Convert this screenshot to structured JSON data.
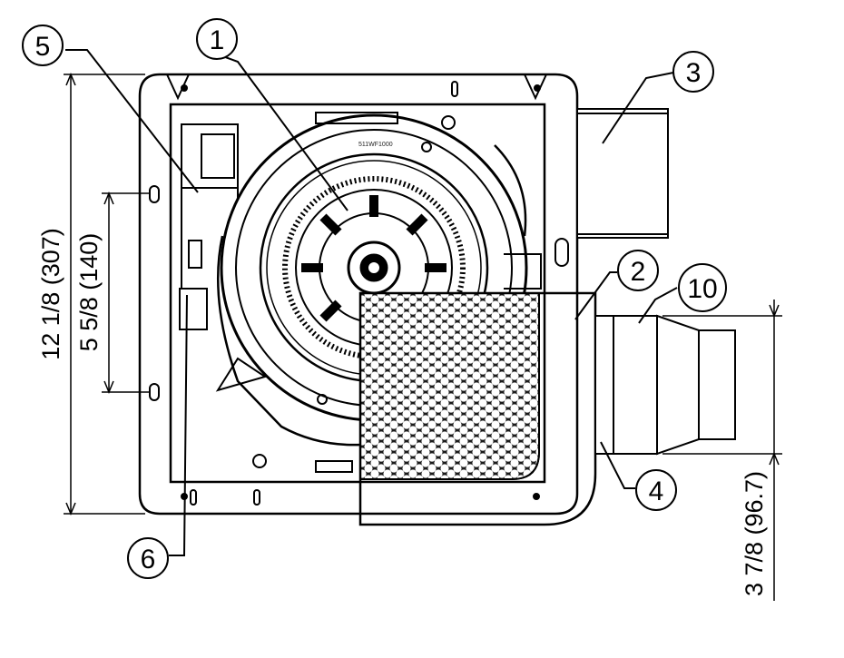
{
  "callouts": [
    "1",
    "2",
    "3",
    "4",
    "5",
    "6",
    "10"
  ],
  "dimensions": {
    "overall_height": "12 1/8 (307)",
    "mount_spacing": "5 5/8 (140)",
    "duct_height": "3 7/8 (96.7)"
  },
  "housing_label": "511WF1000",
  "colors": {
    "line": "#000000",
    "background": "#ffffff",
    "grille_fill": "#ffffff"
  }
}
